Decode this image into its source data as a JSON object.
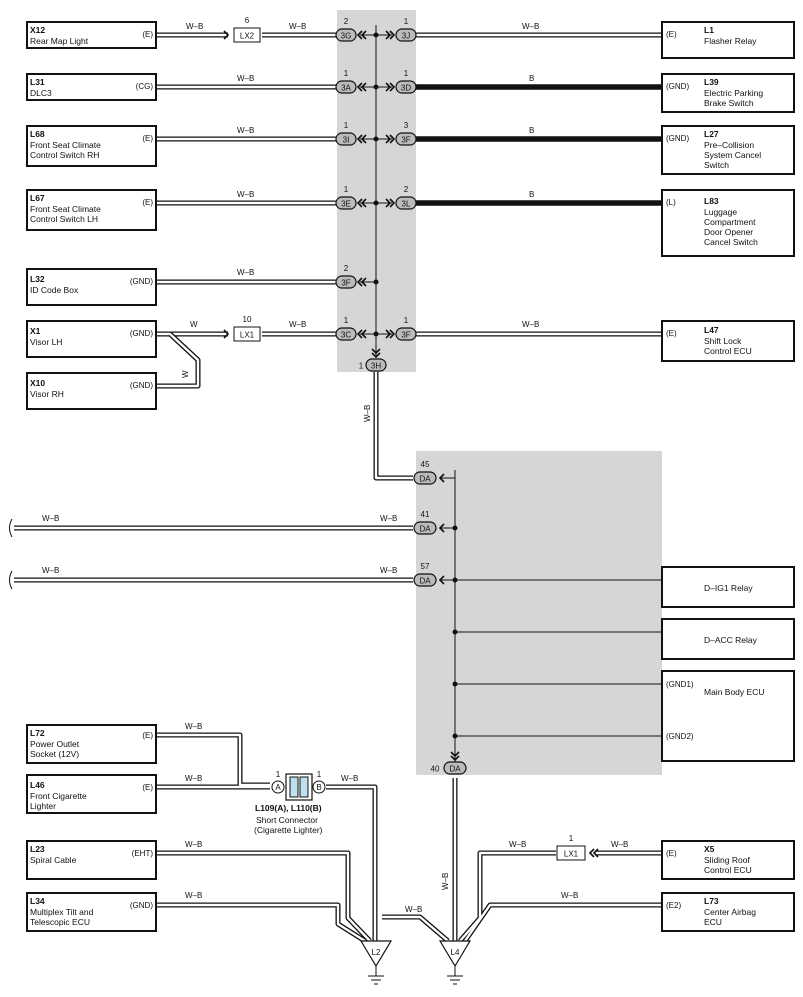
{
  "components": {
    "X12": {
      "code": "X12",
      "name": [
        "Rear Map Light"
      ],
      "terminal": "(E)"
    },
    "L31": {
      "code": "L31",
      "name": [
        "DLC3"
      ],
      "terminal": "(CG)"
    },
    "L68": {
      "code": "L68",
      "name": [
        "Front Seat Climate",
        "Control Switch RH"
      ],
      "terminal": "(E)"
    },
    "L67": {
      "code": "L67",
      "name": [
        "Front Seat Climate",
        "Control Switch LH"
      ],
      "terminal": "(E)"
    },
    "L32": {
      "code": "L32",
      "name": [
        "ID Code Box"
      ],
      "terminal": "(GND)"
    },
    "X1": {
      "code": "X1",
      "name": [
        "Visor LH"
      ],
      "terminal": "(GND)"
    },
    "X10": {
      "code": "X10",
      "name": [
        "Visor RH"
      ],
      "terminal": "(GND)"
    },
    "L1": {
      "code": "L1",
      "name": [
        "Flasher Relay"
      ],
      "terminal": "(E)"
    },
    "L39": {
      "code": "L39",
      "name": [
        "Electric Parking",
        "Brake Switch"
      ],
      "terminal": "(GND)"
    },
    "L27": {
      "code": "L27",
      "name": [
        "Pre–Collision",
        "System Cancel",
        "Switch"
      ],
      "terminal": "(GND)"
    },
    "L83": {
      "code": "L83",
      "name": [
        "Luggage",
        "Compartment",
        "Door Opener",
        "Cancel Switch"
      ],
      "terminal": "(L)"
    },
    "L47": {
      "code": "L47",
      "name": [
        "Shift Lock",
        "Control ECU"
      ],
      "terminal": "(E)"
    },
    "DIG1": {
      "name": "D–IG1 Relay"
    },
    "DACC": {
      "name": "D–ACC Relay"
    },
    "MBECU": {
      "name": "Main Body ECU",
      "terminals": [
        "(GND1)",
        "(GND2)"
      ]
    },
    "L72": {
      "code": "L72",
      "name": [
        "Power Outlet",
        "Socket (12V)"
      ],
      "terminal": "(E)"
    },
    "L46": {
      "code": "L46",
      "name": [
        "Front Cigarette",
        "Lighter"
      ],
      "terminal": "(E)"
    },
    "L23": {
      "code": "L23",
      "name": [
        "Spiral Cable"
      ],
      "terminal": "(EHT)"
    },
    "L34": {
      "code": "L34",
      "name": [
        "Multiplex Tilt and",
        "Telescopic ECU"
      ],
      "terminal": "(GND)"
    },
    "X5": {
      "code": "X5",
      "name": [
        "Sliding Roof",
        "Control ECU"
      ],
      "terminal": "(E)"
    },
    "L73": {
      "code": "L73",
      "name": [
        "Center Airbag",
        "ECU"
      ],
      "terminal": "(E2)"
    }
  },
  "junctions": {
    "3G": "3G",
    "3J": "3J",
    "3A": "3A",
    "3D": "3D",
    "3I": "3I",
    "3F": "3F",
    "3E": "3E",
    "3L": "3L",
    "3C": "3C",
    "3H": "3H",
    "DA": "DA",
    "LX1": "LX1",
    "LX2": "LX2",
    "A": "A",
    "B": "B"
  },
  "pins": {
    "lx2": "6",
    "p3G": "2",
    "p3J": "1",
    "p3A": "1",
    "p3D": "1",
    "p3I": "1",
    "p3F1": "3",
    "p3E": "1",
    "p3L": "2",
    "p3F2": "2",
    "lx1a": "10",
    "p3C": "1",
    "p3F3": "1",
    "p3H": "1",
    "da45": "45",
    "da41": "41",
    "da57": "57",
    "da40": "40",
    "pA": "1",
    "pB": "1",
    "lx1b": "1"
  },
  "wire_colors": {
    "wb": "W–B",
    "b": "B",
    "w": "W"
  },
  "short_connector": {
    "title": "L109(A), L110(B)",
    "desc": [
      "Short Connector",
      "(Cigarette Lighter)"
    ]
  },
  "grounds": {
    "g2": "L2",
    "g4": "L4"
  },
  "colors": {
    "shade": "#d6d6d6",
    "wire": "#111111",
    "connector_fill": "#bbbbbb"
  }
}
